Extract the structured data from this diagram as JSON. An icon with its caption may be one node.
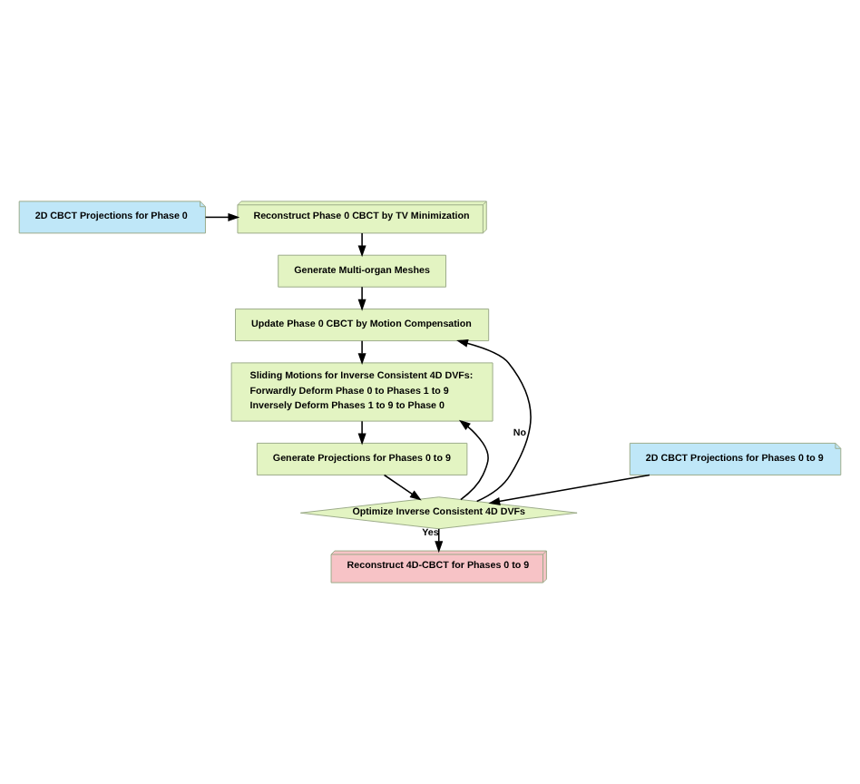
{
  "diagram": {
    "nodes": [
      {
        "text": [
          "2D CBCT Projections for Phase 0"
        ]
      },
      {
        "text": [
          "Reconstruct Phase 0 CBCT by TV Minimization"
        ]
      },
      {
        "text": [
          "Generate Multi-organ Meshes"
        ]
      },
      {
        "text": [
          "2D CBCT Projections for Phases 0 to 9"
        ]
      },
      {
        "text": [
          "Update Phase 0 CBCT by Motion Compensation"
        ]
      },
      {
        "text": [
          "Sliding Motions for Inverse Consistent 4D DVFs:",
          "Forwardly Deform Phase 0 to Phases 1 to 9",
          "Inversely Deform Phases 1 to 9 to Phase 0"
        ]
      },
      {
        "text": [
          "Generate Projections for Phases 0 to 9"
        ]
      },
      {
        "text": [
          "Optimize Inverse Consistent 4D DVFs"
        ]
      },
      {
        "text": [
          "Reconstruct 4D-CBCT for Phases 0 to 9"
        ]
      }
    ],
    "edges": [
      {
        "from": 0,
        "to": 1,
        "arrow": "to"
      },
      {
        "from": 1,
        "to": 2,
        "arrow": "to"
      },
      {
        "from": 2,
        "to": 4,
        "arrow": "to"
      },
      {
        "from": 4,
        "to": 5,
        "arrow": "to"
      },
      {
        "from": 5,
        "to": 6,
        "arrow": "to"
      },
      {
        "from": 6,
        "to": 7,
        "arrow": "to"
      },
      {
        "from": 3,
        "to": 7,
        "arrow": "to"
      },
      {
        "from": 7,
        "to": 4,
        "arrow": "to",
        "label": "No"
      },
      {
        "from": 7,
        "to": 5,
        "arrow": "to"
      },
      {
        "from": 7,
        "to": 8,
        "arrow": "to",
        "label": "Yes"
      }
    ]
  }
}
